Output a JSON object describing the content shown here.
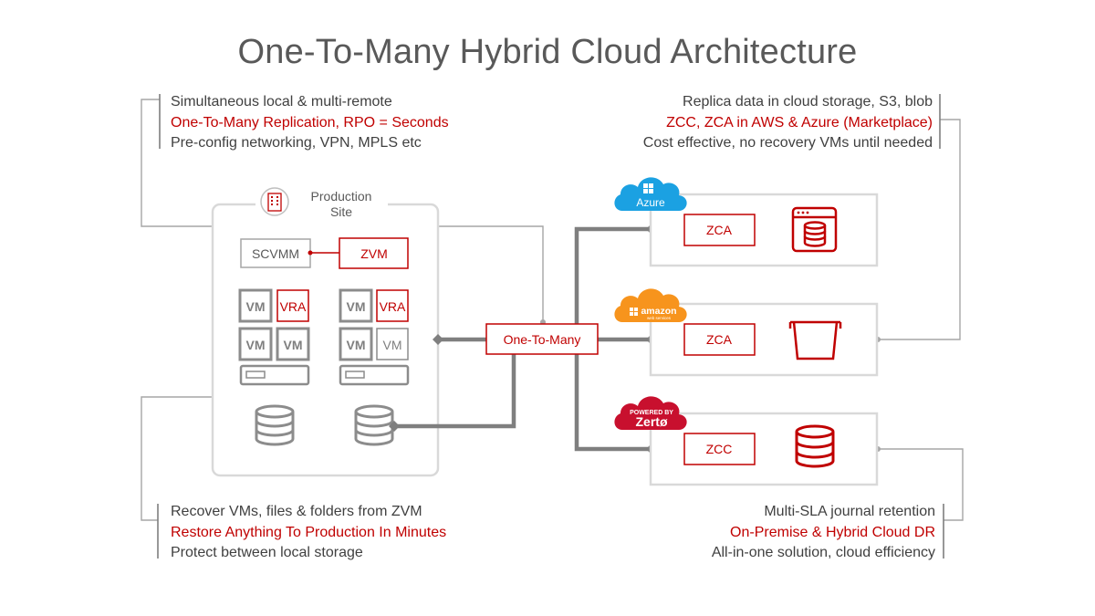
{
  "title": "One-To-Many Hybrid Cloud Architecture",
  "notes": {
    "top_left": [
      "Simultaneous local & multi-remote",
      "One-To-Many Replication, RPO = Seconds",
      "Pre-config networking, VPN, MPLS etc"
    ],
    "top_right": [
      "Replica data in cloud storage, S3, blob",
      "ZCC, ZCA in AWS & Azure (Marketplace)",
      "Cost effective, no recovery VMs until needed"
    ],
    "bottom_left": [
      "Recover VMs, files & folders from ZVM",
      "Restore Anything To Production In Minutes",
      "Protect between local storage"
    ],
    "bottom_right": [
      "Multi-SLA journal retention",
      "On-Premise & Hybrid Cloud DR",
      "All-in-one solution, cloud efficiency"
    ]
  },
  "production_site": {
    "label_line1": "Production",
    "label_line2": "Site",
    "scvmm": "SCVMM",
    "zvm": "ZVM",
    "vm": "VM",
    "vra": "VRA"
  },
  "hub": {
    "label": "One-To-Many"
  },
  "clouds": {
    "azure": {
      "badge": "Azure",
      "component": "ZCA"
    },
    "aws": {
      "badge_line1": "amazon",
      "badge_line2": "web services",
      "component": "ZCA"
    },
    "zerto": {
      "badge_line1": "POWERED BY",
      "badge_line2": "Zertø",
      "component": "ZCC"
    }
  },
  "colors": {
    "accent": "#c00000",
    "gray_line": "#7f7f7f",
    "light_gray": "#d9d9d9",
    "text": "#404040",
    "azure": "#1ba1e2",
    "aws": "#f7941d",
    "zerto": "#c8102e"
  }
}
